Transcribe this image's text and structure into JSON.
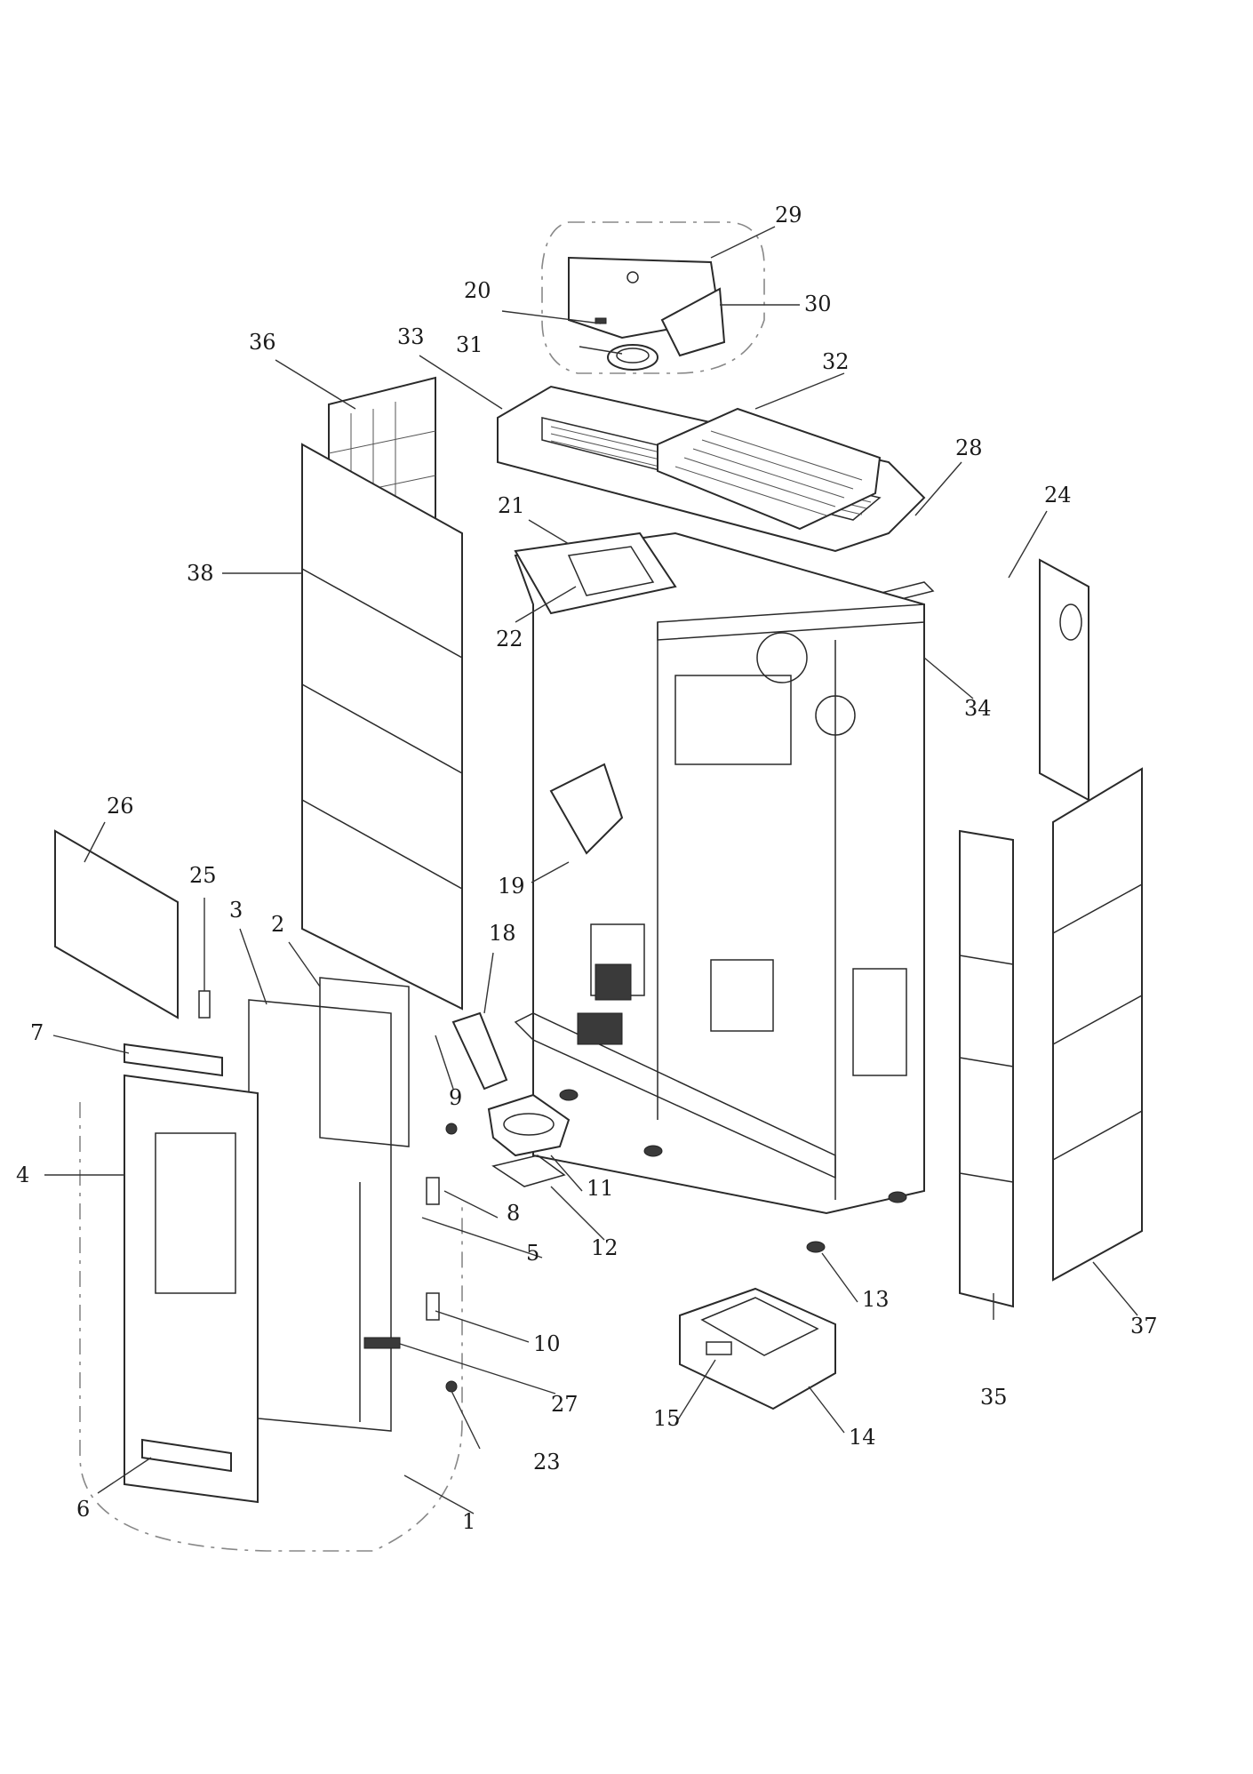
{
  "diagram": {
    "callouts": [
      {
        "id": "c1",
        "label": "1"
      },
      {
        "id": "c2",
        "label": "2"
      },
      {
        "id": "c3",
        "label": "3"
      },
      {
        "id": "c4",
        "label": "4"
      },
      {
        "id": "c5",
        "label": "5"
      },
      {
        "id": "c6",
        "label": "6"
      },
      {
        "id": "c7",
        "label": "7"
      },
      {
        "id": "c8",
        "label": "8"
      },
      {
        "id": "c9",
        "label": "9"
      },
      {
        "id": "c10",
        "label": "10"
      },
      {
        "id": "c11",
        "label": "11"
      },
      {
        "id": "c12",
        "label": "12"
      },
      {
        "id": "c13",
        "label": "13"
      },
      {
        "id": "c14",
        "label": "14"
      },
      {
        "id": "c15",
        "label": "15"
      },
      {
        "id": "c18",
        "label": "18"
      },
      {
        "id": "c19",
        "label": "19"
      },
      {
        "id": "c20",
        "label": "20"
      },
      {
        "id": "c21",
        "label": "21"
      },
      {
        "id": "c22",
        "label": "22"
      },
      {
        "id": "c23",
        "label": "23"
      },
      {
        "id": "c24",
        "label": "24"
      },
      {
        "id": "c25",
        "label": "25"
      },
      {
        "id": "c26",
        "label": "26"
      },
      {
        "id": "c27",
        "label": "27"
      },
      {
        "id": "c28",
        "label": "28"
      },
      {
        "id": "c29",
        "label": "29"
      },
      {
        "id": "c30",
        "label": "30"
      },
      {
        "id": "c31",
        "label": "31"
      },
      {
        "id": "c32",
        "label": "32"
      },
      {
        "id": "c33",
        "label": "33"
      },
      {
        "id": "c34",
        "label": "34"
      },
      {
        "id": "c35",
        "label": "35"
      },
      {
        "id": "c36",
        "label": "36"
      },
      {
        "id": "c37",
        "label": "37"
      },
      {
        "id": "c38",
        "label": "38"
      }
    ]
  }
}
